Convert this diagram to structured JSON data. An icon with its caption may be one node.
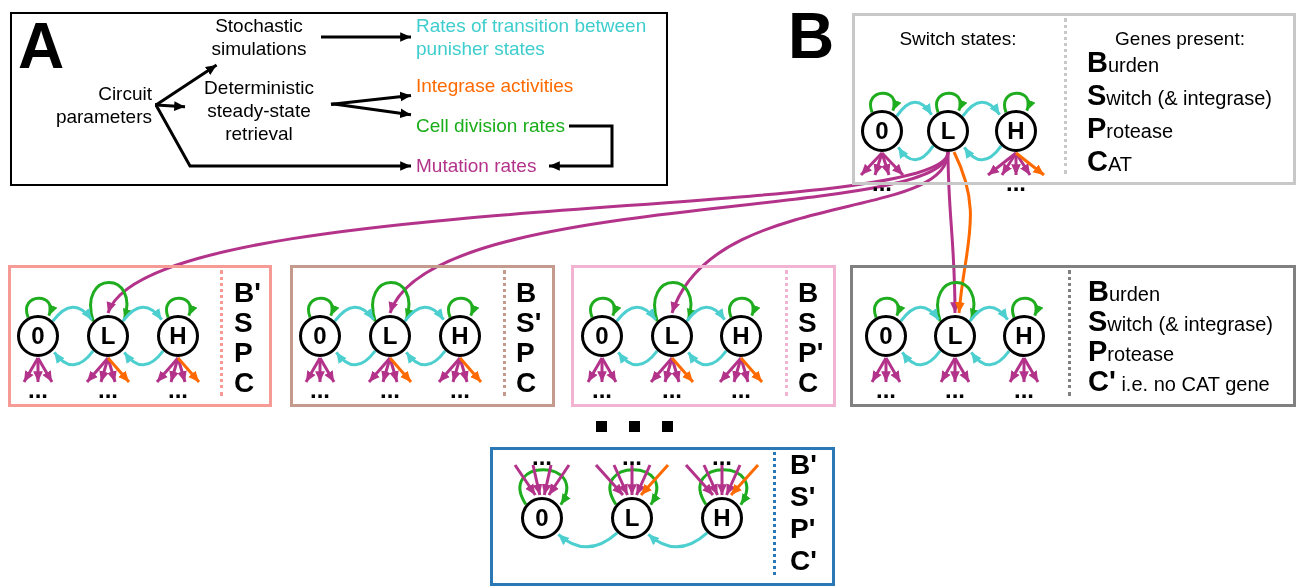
{
  "diagram": {
    "nodes": [
      {
        "text": [
          "A"
        ]
      },
      {
        "text": [
          "Circuit parameters"
        ],
        "in": 0
      },
      {
        "text": [
          "Stochastic simulations"
        ],
        "in": 0
      },
      {
        "text": [
          "Deterministic steady-state retrieval"
        ],
        "in": 0
      },
      {
        "text": [
          "Rates of transition between punisher states"
        ],
        "in": 0
      },
      {
        "text": [
          "Integrase activities"
        ],
        "in": 0
      },
      {
        "text": [
          "Cell division rates"
        ],
        "in": 0
      },
      {
        "text": [
          "Mutation rates"
        ],
        "in": 0
      },
      {
        "text": [
          "Switch states:",
          "Genes present:",
          "**B**urden",
          "**S**witch (& integrase)",
          "**P**rotease",
          "**C**AT"
        ]
      },
      {
        "text": [
          "0"
        ],
        "in": 8
      },
      {
        "text": [
          "L"
        ],
        "in": 8
      },
      {
        "text": [
          "H"
        ],
        "in": 8
      },
      {
        "text": [
          "..."
        ],
        "in": 8
      },
      {
        "text": [
          "..."
        ],
        "in": 8
      },
      {
        "text": [
          "B'",
          "S",
          "P",
          "C"
        ]
      },
      {
        "text": [
          "0"
        ],
        "in": 14
      },
      {
        "text": [
          "L"
        ],
        "in": 14
      },
      {
        "text": [
          "H"
        ],
        "in": 14
      },
      {
        "text": [
          "..."
        ],
        "in": 14
      },
      {
        "text": [
          "..."
        ],
        "in": 14
      },
      {
        "text": [
          "..."
        ],
        "in": 14
      },
      {
        "text": [
          "B",
          "S'",
          "P",
          "C"
        ]
      },
      {
        "text": [
          "0"
        ],
        "in": 21
      },
      {
        "text": [
          "L"
        ],
        "in": 21
      },
      {
        "text": [
          "H"
        ],
        "in": 21
      },
      {
        "text": [
          "..."
        ],
        "in": 21
      },
      {
        "text": [
          "..."
        ],
        "in": 21
      },
      {
        "text": [
          "..."
        ],
        "in": 21
      },
      {
        "text": [
          "B",
          "S",
          "P'",
          "C"
        ]
      },
      {
        "text": [
          "0"
        ],
        "in": 28
      },
      {
        "text": [
          "L"
        ],
        "in": 28
      },
      {
        "text": [
          "H"
        ],
        "in": 28
      },
      {
        "text": [
          "..."
        ],
        "in": 28
      },
      {
        "text": [
          "..."
        ],
        "in": 28
      },
      {
        "text": [
          "..."
        ],
        "in": 28
      },
      {
        "text": [
          "**B**urden",
          "**S**witch (& integrase)",
          "**P**rotease",
          "**C'** i.e. no CAT gene"
        ]
      },
      {
        "text": [
          "0"
        ],
        "in": 35
      },
      {
        "text": [
          "L"
        ],
        "in": 35
      },
      {
        "text": [
          "H"
        ],
        "in": 35
      },
      {
        "text": [
          "..."
        ],
        "in": 35
      },
      {
        "text": [
          "..."
        ],
        "in": 35
      },
      {
        "text": [
          "..."
        ],
        "in": 35
      },
      {
        "text": [
          "B'",
          "S'",
          "P'",
          "C'"
        ]
      },
      {
        "text": [
          "..."
        ],
        "in": 42
      },
      {
        "text": [
          "..."
        ],
        "in": 42
      },
      {
        "text": [
          "..."
        ],
        "in": 42
      },
      {
        "text": [
          "0"
        ],
        "in": 42
      },
      {
        "text": [
          "L"
        ],
        "in": 42
      },
      {
        "text": [
          "H"
        ],
        "in": 42
      }
    ],
    "edges": [
      {
        "from": 1,
        "to": 2,
        "arrow": "to",
        "color": "#000000"
      },
      {
        "from": 1,
        "to": 3,
        "arrow": "to",
        "color": "#000000"
      },
      {
        "from": 1,
        "to": 7,
        "arrow": "to",
        "color": "#000000"
      },
      {
        "from": 2,
        "to": 4,
        "arrow": "to",
        "color": "#000000"
      },
      {
        "from": 3,
        "to": 5,
        "arrow": "to",
        "color": "#000000"
      },
      {
        "from": 3,
        "to": 6,
        "arrow": "to",
        "color": "#000000"
      },
      {
        "from": 6,
        "to": 7,
        "arrow": "to",
        "color": "#000000"
      },
      {
        "from": 10,
        "to": 16,
        "arrow": "to"
      },
      {
        "from": 10,
        "to": 23,
        "arrow": "to"
      },
      {
        "from": 10,
        "to": 30,
        "arrow": "to"
      },
      {
        "from": 10,
        "to": 37,
        "arrow": "to"
      },
      {
        "from": 10,
        "to": 37,
        "arrow": "to",
        "color": "#ff6a00"
      },
      {
        "from": 9,
        "to": 9,
        "arrow": "to",
        "color": "#1fad1f"
      },
      {
        "from": 10,
        "to": 10,
        "arrow": "to",
        "color": "#1fad1f"
      },
      {
        "from": 11,
        "to": 11,
        "arrow": "to",
        "color": "#1fad1f"
      },
      {
        "from": 9,
        "to": 10,
        "arrow": "to",
        "color": "#4dcfcf"
      },
      {
        "from": 10,
        "to": 11,
        "arrow": "to",
        "color": "#4dcfcf"
      },
      {
        "from": 10,
        "to": 9,
        "arrow": "to",
        "color": "#4dcfcf"
      },
      {
        "from": 11,
        "to": 10,
        "arrow": "to",
        "color": "#4dcfcf"
      },
      {
        "from": 9,
        "to": 12,
        "arrow": "to"
      },
      {
        "from": 9,
        "to": 12,
        "arrow": "to"
      },
      {
        "from": 9,
        "to": 12,
        "arrow": "to"
      },
      {
        "from": 9,
        "to": 12,
        "arrow": "to"
      },
      {
        "from": 11,
        "to": 13,
        "arrow": "to"
      },
      {
        "from": 11,
        "to": 13,
        "arrow": "to"
      },
      {
        "from": 11,
        "to": 13,
        "arrow": "to"
      },
      {
        "from": 11,
        "to": 13,
        "arrow": "to"
      },
      {
        "from": 11,
        "to": 13,
        "arrow": "to",
        "color": "#ff6a00"
      },
      {
        "from": 15,
        "to": 15,
        "arrow": "to",
        "color": "#1fad1f"
      },
      {
        "from": 16,
        "to": 16,
        "arrow": "to",
        "color": "#1fad1f"
      },
      {
        "from": 17,
        "to": 17,
        "arrow": "to",
        "color": "#1fad1f"
      },
      {
        "from": 15,
        "to": 16,
        "arrow": "to",
        "color": "#4dcfcf"
      },
      {
        "from": 16,
        "to": 17,
        "arrow": "to",
        "color": "#4dcfcf"
      },
      {
        "from": 16,
        "to": 15,
        "arrow": "to",
        "color": "#4dcfcf"
      },
      {
        "from": 17,
        "to": 16,
        "arrow": "to",
        "color": "#4dcfcf"
      },
      {
        "from": 15,
        "to": 18,
        "arrow": "to"
      },
      {
        "from": 15,
        "to": 18,
        "arrow": "to"
      },
      {
        "from": 15,
        "to": 18,
        "arrow": "to"
      },
      {
        "from": 16,
        "to": 19,
        "arrow": "to"
      },
      {
        "from": 16,
        "to": 19,
        "arrow": "to"
      },
      {
        "from": 16,
        "to": 19,
        "arrow": "to"
      },
      {
        "from": 16,
        "to": 19,
        "arrow": "to",
        "color": "#ff6a00"
      },
      {
        "from": 17,
        "to": 20,
        "arrow": "to"
      },
      {
        "from": 17,
        "to": 20,
        "arrow": "to"
      },
      {
        "from": 17,
        "to": 20,
        "arrow": "to"
      },
      {
        "from": 17,
        "to": 20,
        "arrow": "to",
        "color": "#ff6a00"
      },
      {
        "from": 22,
        "to": 22,
        "arrow": "to",
        "color": "#1fad1f"
      },
      {
        "from": 23,
        "to": 23,
        "arrow": "to",
        "color": "#1fad1f"
      },
      {
        "from": 24,
        "to": 24,
        "arrow": "to",
        "color": "#1fad1f"
      },
      {
        "from": 22,
        "to": 23,
        "arrow": "to",
        "color": "#4dcfcf"
      },
      {
        "from": 23,
        "to": 24,
        "arrow": "to",
        "color": "#4dcfcf"
      },
      {
        "from": 23,
        "to": 22,
        "arrow": "to",
        "color": "#4dcfcf"
      },
      {
        "from": 24,
        "to": 23,
        "arrow": "to",
        "color": "#4dcfcf"
      },
      {
        "from": 22,
        "to": 25,
        "arrow": "to"
      },
      {
        "from": 22,
        "to": 25,
        "arrow": "to"
      },
      {
        "from": 22,
        "to": 25,
        "arrow": "to"
      },
      {
        "from": 23,
        "to": 26,
        "arrow": "to"
      },
      {
        "from": 23,
        "to": 26,
        "arrow": "to"
      },
      {
        "from": 23,
        "to": 26,
        "arrow": "to"
      },
      {
        "from": 23,
        "to": 26,
        "arrow": "to",
        "color": "#ff6a00"
      },
      {
        "from": 24,
        "to": 27,
        "arrow": "to"
      },
      {
        "from": 24,
        "to": 27,
        "arrow": "to"
      },
      {
        "from": 24,
        "to": 27,
        "arrow": "to"
      },
      {
        "from": 24,
        "to": 27,
        "arrow": "to",
        "color": "#ff6a00"
      },
      {
        "from": 29,
        "to": 29,
        "arrow": "to",
        "color": "#1fad1f"
      },
      {
        "from": 30,
        "to": 30,
        "arrow": "to",
        "color": "#1fad1f"
      },
      {
        "from": 31,
        "to": 31,
        "arrow": "to",
        "color": "#1fad1f"
      },
      {
        "from": 29,
        "to": 30,
        "arrow": "to",
        "color": "#4dcfcf"
      },
      {
        "from": 30,
        "to": 31,
        "arrow": "to",
        "color": "#4dcfcf"
      },
      {
        "from": 30,
        "to": 29,
        "arrow": "to",
        "color": "#4dcfcf"
      },
      {
        "from": 31,
        "to": 30,
        "arrow": "to",
        "color": "#4dcfcf"
      },
      {
        "from": 29,
        "to": 32,
        "arrow": "to"
      },
      {
        "from": 29,
        "to": 32,
        "arrow": "to"
      },
      {
        "from": 29,
        "to": 32,
        "arrow": "to"
      },
      {
        "from": 30,
        "to": 33,
        "arrow": "to"
      },
      {
        "from": 30,
        "to": 33,
        "arrow": "to"
      },
      {
        "from": 30,
        "to": 33,
        "arrow": "to"
      },
      {
        "from": 30,
        "to": 33,
        "arrow": "to",
        "color": "#ff6a00"
      },
      {
        "from": 31,
        "to": 34,
        "arrow": "to"
      },
      {
        "from": 31,
        "to": 34,
        "arrow": "to"
      },
      {
        "from": 31,
        "to": 34,
        "arrow": "to"
      },
      {
        "from": 31,
        "to": 34,
        "arrow": "to",
        "color": "#ff6a00"
      },
      {
        "from": 36,
        "to": 36,
        "arrow": "to",
        "color": "#1fad1f"
      },
      {
        "from": 37,
        "to": 37,
        "arrow": "to",
        "color": "#1fad1f"
      },
      {
        "from": 38,
        "to": 38,
        "arrow": "to",
        "color": "#1fad1f"
      },
      {
        "from": 36,
        "to": 37,
        "arrow": "to",
        "color": "#4dcfcf"
      },
      {
        "from": 37,
        "to": 38,
        "arrow": "to",
        "color": "#4dcfcf"
      },
      {
        "from": 37,
        "to": 36,
        "arrow": "to",
        "color": "#4dcfcf"
      },
      {
        "from": 38,
        "to": 37,
        "arrow": "to",
        "color": "#4dcfcf"
      },
      {
        "from": 36,
        "to": 39,
        "arrow": "to"
      },
      {
        "from": 36,
        "to": 39,
        "arrow": "to"
      },
      {
        "from": 36,
        "to": 39,
        "arrow": "to"
      },
      {
        "from": 37,
        "to": 40,
        "arrow": "to"
      },
      {
        "from": 37,
        "to": 40,
        "arrow": "to"
      },
      {
        "from": 37,
        "to": 40,
        "arrow": "to"
      },
      {
        "from": 38,
        "to": 41,
        "arrow": "to"
      },
      {
        "from": 38,
        "to": 41,
        "arrow": "to"
      },
      {
        "from": 38,
        "to": 41,
        "arrow": "to"
      },
      {
        "from": 46,
        "to": 46,
        "arrow": "to",
        "color": "#1fad1f"
      },
      {
        "from": 47,
        "to": 47,
        "arrow": "to",
        "color": "#1fad1f"
      },
      {
        "from": 48,
        "to": 48,
        "arrow": "to",
        "color": "#1fad1f"
      },
      {
        "from": 47,
        "to": 46,
        "arrow": "to",
        "color": "#4dcfcf"
      },
      {
        "from": 48,
        "to": 47,
        "arrow": "to",
        "color": "#4dcfcf"
      },
      {
        "from": 43,
        "to": 46,
        "arrow": "to"
      },
      {
        "from": 43,
        "to": 46,
        "arrow": "to"
      },
      {
        "from": 43,
        "to": 46,
        "arrow": "to"
      },
      {
        "from": 43,
        "to": 46,
        "arrow": "to"
      },
      {
        "from": 44,
        "to": 47,
        "arrow": "to"
      },
      {
        "from": 44,
        "to": 47,
        "arrow": "to"
      },
      {
        "from": 44,
        "to": 47,
        "arrow": "to"
      },
      {
        "from": 44,
        "to": 47,
        "arrow": "to"
      },
      {
        "from": 44,
        "to": 47,
        "arrow": "to",
        "color": "#ff6a00"
      },
      {
        "from": 45,
        "to": 48,
        "arrow": "to"
      },
      {
        "from": 45,
        "to": 48,
        "arrow": "to"
      },
      {
        "from": 45,
        "to": 48,
        "arrow": "to"
      },
      {
        "from": 45,
        "to": 48,
        "arrow": "to"
      },
      {
        "from": 45,
        "to": 48,
        "arrow": "to",
        "color": "#ff6a00"
      }
    ],
    "labels": [
      "B"
    ]
  }
}
